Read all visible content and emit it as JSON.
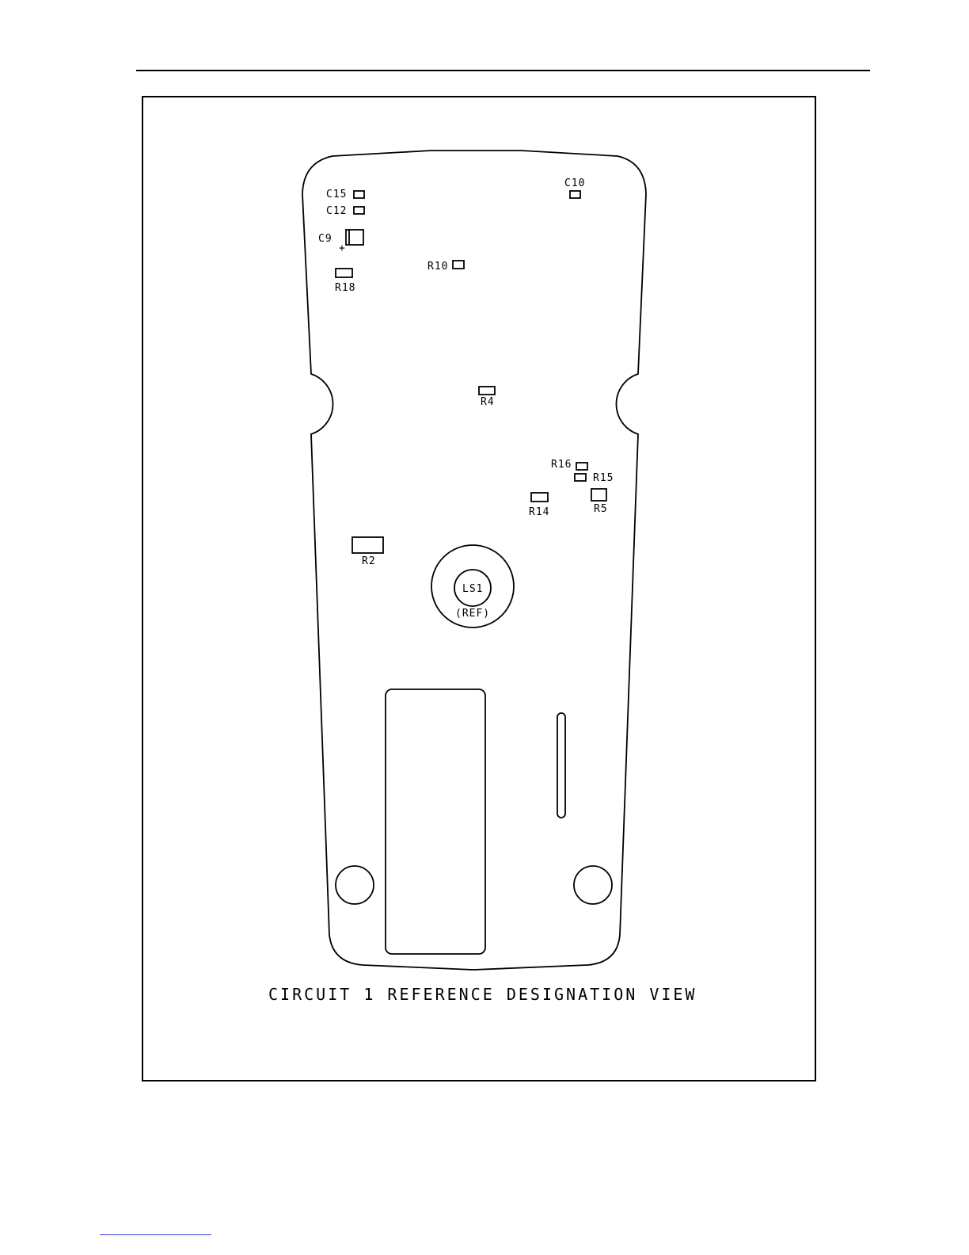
{
  "caption": "CIRCUIT 1 REFERENCE DESIGNATION VIEW",
  "components": {
    "c15": "C15",
    "c12": "C12",
    "c10": "C10",
    "c9": "C9",
    "c9_polarity": "+",
    "r18": "R18",
    "r10": "R10",
    "r4": "R4",
    "r16": "R16",
    "r15": "R15",
    "r14": "R14",
    "r5": "R5",
    "r2": "R2"
  },
  "speaker": {
    "label": "LS1",
    "note": "(REF)"
  },
  "colors": {
    "line": "#000000",
    "footer_rule": "#3b3bd6"
  }
}
